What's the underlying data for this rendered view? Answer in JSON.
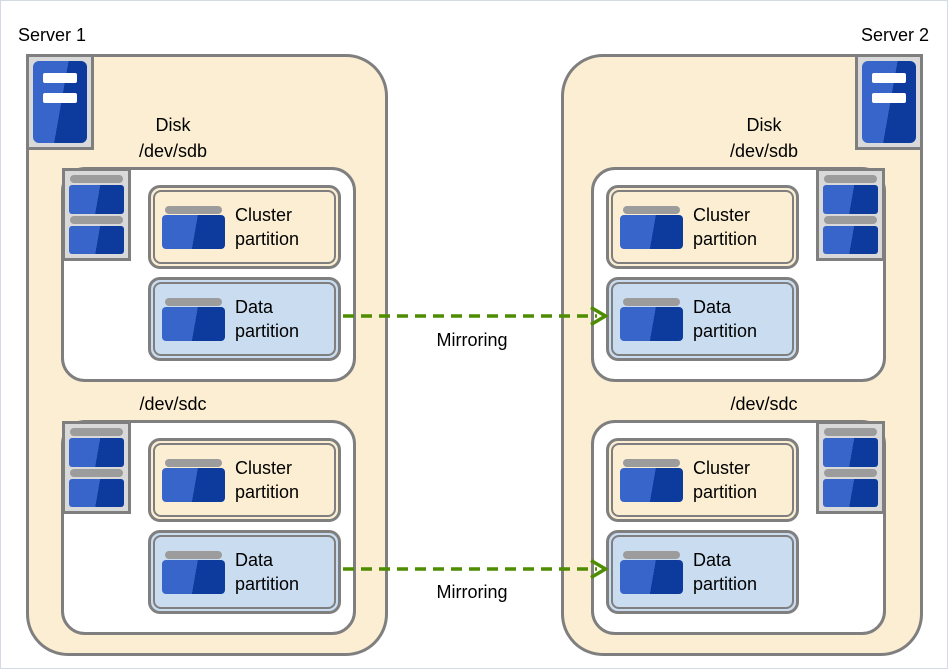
{
  "diagram": {
    "type": "architecture-diagram",
    "description_icons": {
      "server": "server-tower-icon",
      "disk": "disk-stack-icon",
      "partition": "partition-icon",
      "arrow": "mirroring-arrow"
    },
    "colors": {
      "server_fill": "#FBEED2",
      "cluster_partition_fill": "#FBEED2",
      "data_partition_fill": "#CADCF0",
      "border_gray": "#7F7F7F",
      "icon_background": "#D9D9D9",
      "icon_bar_gray": "#9C9C9C",
      "icon_blue_light": "#3765C9",
      "icon_blue_dark": "#0C3A9D",
      "arrow_green": "#4E8C00",
      "canvas_border": "#D4DAE3",
      "text": "#000000"
    },
    "servers": [
      {
        "label": "Server 1",
        "disks": [
          {
            "title_lines": [
              "Disk",
              "/dev/sdb"
            ],
            "partitions": [
              {
                "kind": "cluster",
                "label_lines": [
                  "Cluster",
                  "partition"
                ]
              },
              {
                "kind": "data",
                "label_lines": [
                  "Data",
                  "partition"
                ]
              }
            ]
          },
          {
            "title_lines": [
              "/dev/sdc"
            ],
            "partitions": [
              {
                "kind": "cluster",
                "label_lines": [
                  "Cluster",
                  "partition"
                ]
              },
              {
                "kind": "data",
                "label_lines": [
                  "Data",
                  "partition"
                ]
              }
            ]
          }
        ]
      },
      {
        "label": "Server 2",
        "disks": [
          {
            "title_lines": [
              "Disk",
              "/dev/sdb"
            ],
            "partitions": [
              {
                "kind": "cluster",
                "label_lines": [
                  "Cluster",
                  "partition"
                ]
              },
              {
                "kind": "data",
                "label_lines": [
                  "Data",
                  "partition"
                ]
              }
            ]
          },
          {
            "title_lines": [
              "/dev/sdc"
            ],
            "partitions": [
              {
                "kind": "cluster",
                "label_lines": [
                  "Cluster",
                  "partition"
                ]
              },
              {
                "kind": "data",
                "label_lines": [
                  "Data",
                  "partition"
                ]
              }
            ]
          }
        ]
      }
    ],
    "arrows": [
      {
        "label": "Mirroring",
        "from": "server1 /dev/sdb data partition",
        "to": "server2 /dev/sdb data partition"
      },
      {
        "label": "Mirroring",
        "from": "server1 /dev/sdc data partition",
        "to": "server2 /dev/sdc data partition"
      }
    ]
  }
}
